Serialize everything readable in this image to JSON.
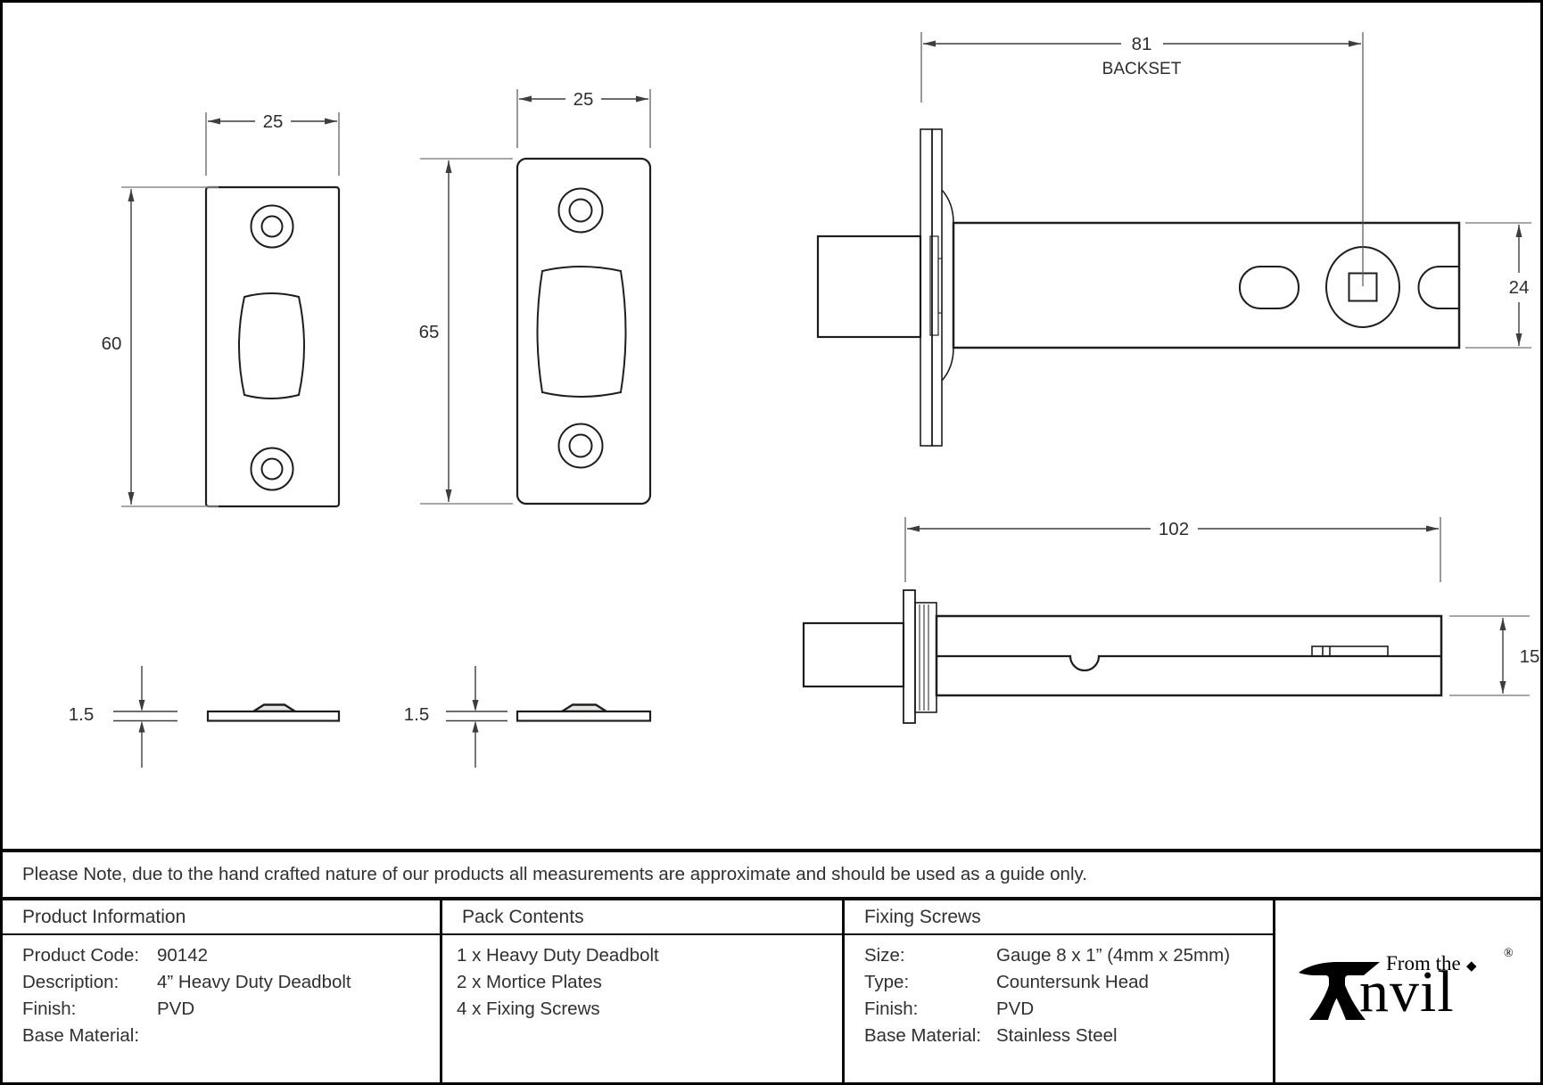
{
  "drawings": {
    "plate_small": {
      "width_label": "25",
      "height_label": "60"
    },
    "plate_large": {
      "width_label": "25",
      "height_label": "65"
    },
    "profile_small": {
      "thickness_label": "1.5"
    },
    "profile_large": {
      "thickness_label": "1.5"
    },
    "plan_view": {
      "backset_value": "81",
      "backset_caption": "BACKSET",
      "body_height_label": "24"
    },
    "side_view": {
      "length_label": "102",
      "body_height_label": "15"
    }
  },
  "note": "Please Note, due to the hand crafted nature of our products all measurements are approximate and should be used as a guide only.",
  "table": {
    "product_information": {
      "header": "Product Information",
      "rows": [
        {
          "label": "Product Code:",
          "value": "90142"
        },
        {
          "label": "Description:",
          "value": "4” Heavy Duty Deadbolt"
        },
        {
          "label": "Finish:",
          "value": "PVD"
        },
        {
          "label": "Base Material:",
          "value": ""
        }
      ]
    },
    "pack_contents": {
      "header": "Pack Contents",
      "items": [
        "1 x Heavy Duty Deadbolt",
        "2 x Mortice Plates",
        "4 x Fixing Screws"
      ]
    },
    "fixing_screws": {
      "header": "Fixing Screws",
      "rows": [
        {
          "label": "Size:",
          "value": "Gauge 8 x 1” (4mm x 25mm)"
        },
        {
          "label": "Type:",
          "value": "Countersunk Head"
        },
        {
          "label": "Finish:",
          "value": "PVD"
        },
        {
          "label": "Base Material:",
          "value": "Stainless Steel"
        }
      ]
    },
    "logo": {
      "tagline": "From the",
      "brand_rest": "nvil",
      "diamond": "◆",
      "registered": "®"
    }
  },
  "colors": {
    "outline": "#1e1e1e",
    "dimension": "#3d3d3d",
    "tick": "#8a8a8a",
    "border": "#0a0a0a"
  }
}
